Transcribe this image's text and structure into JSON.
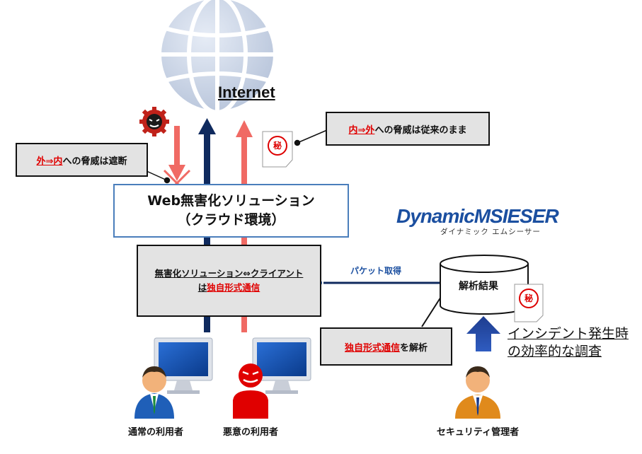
{
  "internet": {
    "label": "Internet"
  },
  "callout_in_out": {
    "part1": "内⇒外",
    "part2": "への脅威は従来のまま"
  },
  "callout_out_in": {
    "part1": "外⇒内",
    "part2": "への脅威は遮断"
  },
  "solution_box": {
    "line1": "Web無害化ソリューション",
    "line2": "（クラウド環境）"
  },
  "proprietary_box": {
    "line1": "無害化ソリューション⇔クライアント",
    "line2_prefix": "は",
    "line2_highlight": "独自形式通信"
  },
  "packet_label": "パケット取得",
  "logo": {
    "main": "DynamicMSIESER",
    "sub": "ダイナミック エムシーサー"
  },
  "db": {
    "label": "解析結果"
  },
  "analyze_box": {
    "highlight": "独自形式通信",
    "suffix": "を解析"
  },
  "investigation": {
    "line1": "インシデント発生時",
    "line2": "の効率的な調査"
  },
  "secret_mark": "秘",
  "users": [
    {
      "label": "通常の利用者"
    },
    {
      "label": "悪意の利用者"
    },
    {
      "label": "セキュリティ管理者"
    }
  ],
  "colors": {
    "navy": "#0f2a5e",
    "red_arrow": "#f06a64",
    "accent_red": "#e00000",
    "logo_blue": "#1b4fa0",
    "box_border": "#4a7ebb"
  }
}
